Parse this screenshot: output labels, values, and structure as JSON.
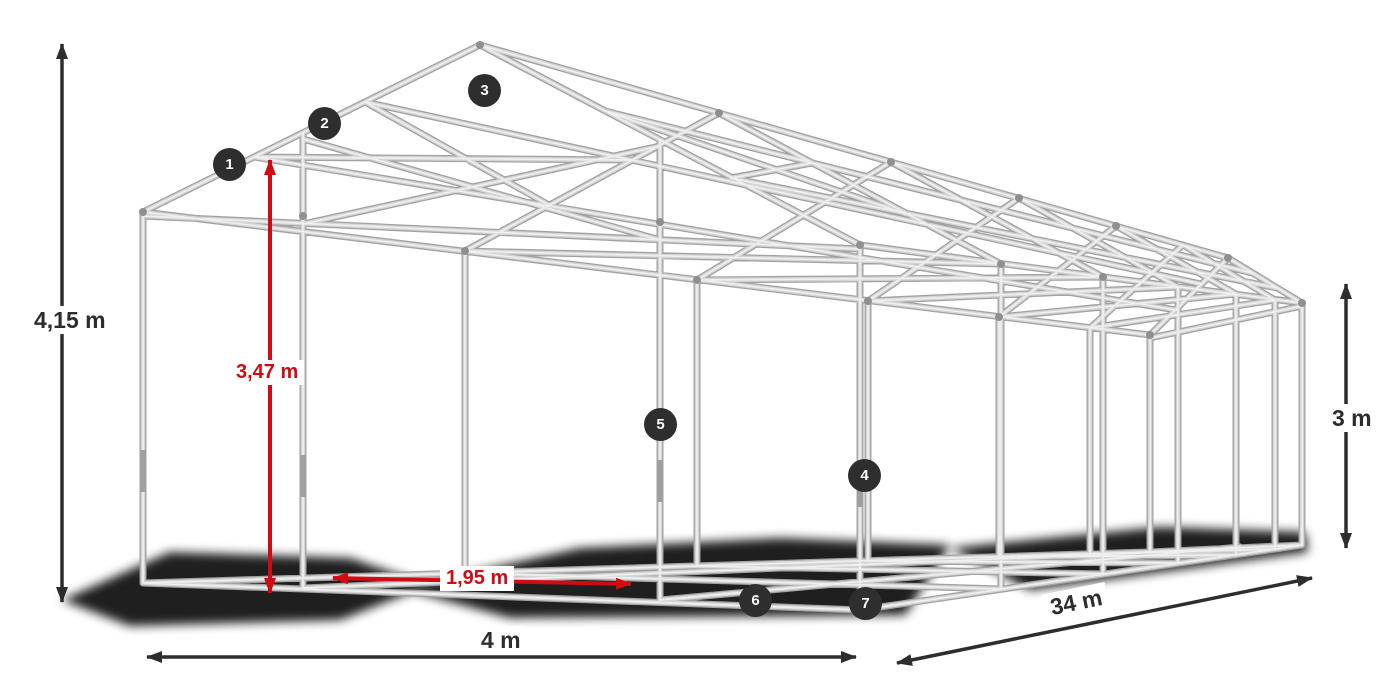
{
  "diagram": {
    "name": "Tent steel frame construction diagram with dimensions",
    "annotations": {
      "total_height": "4,15 m",
      "inner_height": "3,47 m",
      "side_height": "3 m",
      "front_width": "4 m",
      "length": "34 m",
      "inner_width": "1,95 m"
    },
    "markers": [
      "1",
      "2",
      "3",
      "4",
      "5",
      "6",
      "7"
    ],
    "colors": {
      "page_background": "#ffffff",
      "dimension": "#2d2d2d",
      "dimension_accent": "#d20a11",
      "frame_tube": "#d4d4d4",
      "badge_background": "#2e2e2e",
      "badge_text": "#ffffff"
    }
  }
}
